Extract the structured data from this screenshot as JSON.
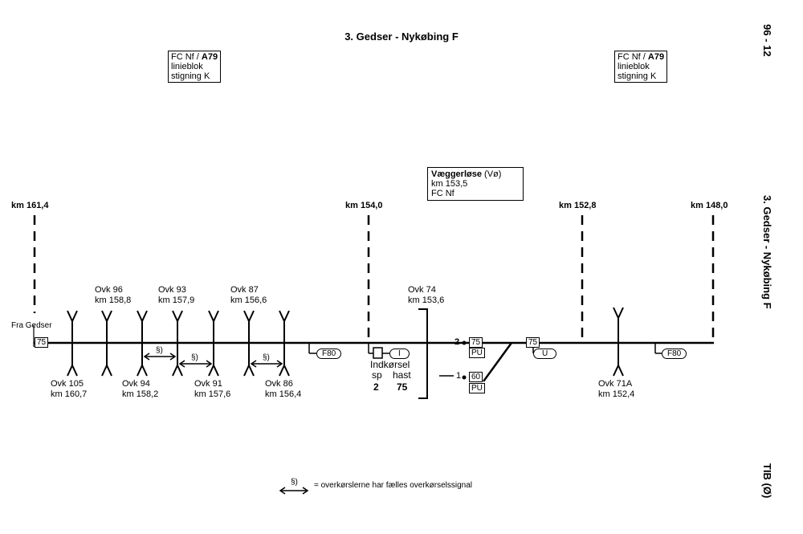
{
  "header": {
    "title": "3. Gedser - Nykøbing F",
    "page_code": "96 - 12",
    "side_title": "3. Gedser - Nykøbing F",
    "side_footer": "TIB (Ø)"
  },
  "info_boxes": [
    {
      "line1_a": "FC Nf / ",
      "line1_b": "A79",
      "line2": "linieblok",
      "line3": "stigning K"
    },
    {
      "line1_a": "FC Nf / ",
      "line1_b": "A79",
      "line2": "linieblok",
      "line3": "stigning K"
    }
  ],
  "station": {
    "name": "Væggerløse",
    "abbr": "(Vø)",
    "km": "km 153,5",
    "fc": "FC Nf"
  },
  "km_markers": [
    "km 161,4",
    "km 154,0",
    "km 152,8",
    "km 148,0"
  ],
  "from_label": "Fra Gedser",
  "crossings_top": [
    {
      "name": "Ovk 96",
      "km": "km 158,8"
    },
    {
      "name": "Ovk 93",
      "km": "km 157,9"
    },
    {
      "name": "Ovk 87",
      "km": "km 156,6"
    },
    {
      "name": "Ovk 74",
      "km": "km 153,6"
    }
  ],
  "crossings_bottom": [
    {
      "name": "Ovk 105",
      "km": "km 160,7"
    },
    {
      "name": "Ovk 94",
      "km": "km 158,2"
    },
    {
      "name": "Ovk 91",
      "km": "km 157,6"
    },
    {
      "name": "Ovk 86",
      "km": "km 156,4"
    },
    {
      "name": "Ovk 71A",
      "km": "km 152,4"
    }
  ],
  "section_mark": "§)",
  "signals": {
    "speed_start": "75",
    "f80_a": "F80",
    "f80_b": "F80",
    "speed_track2": "75",
    "pu_a": "PU",
    "speed_track1": "60",
    "pu_b": "PU",
    "speed_exit": "75",
    "u_label": "U",
    "entry_i": "I"
  },
  "tracks": {
    "track2": "2",
    "track1": "1"
  },
  "entry": {
    "title": "Indkørsel",
    "col1": "sp",
    "col2": "hast",
    "val1": "2",
    "val2": "75"
  },
  "legend": {
    "text": "= overkørslerne har fælles overkørselssignal"
  }
}
